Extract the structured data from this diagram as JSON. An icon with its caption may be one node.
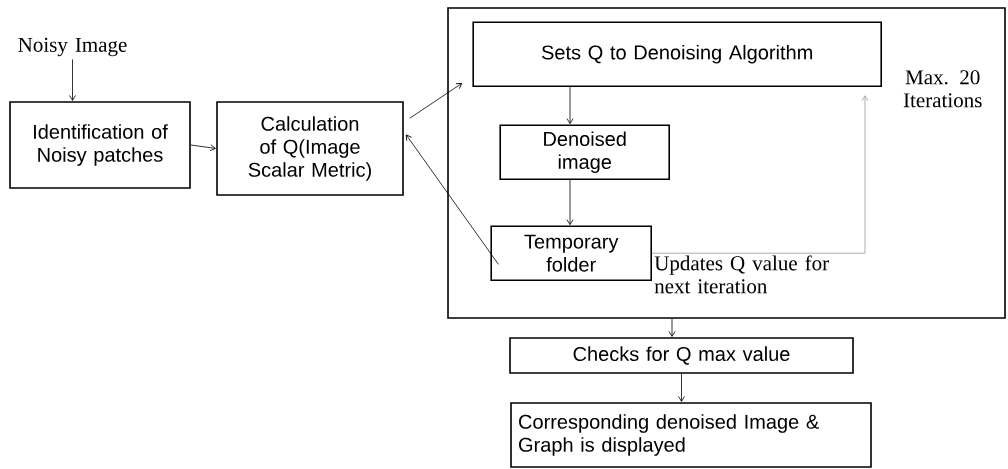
{
  "diagram": {
    "nodes": [
      {
        "text": [
          "Noisy Image"
        ]
      },
      {
        "text": [
          "Identification of Noisy patches"
        ]
      },
      {
        "text": [
          "Calculation of Q(Image Scalar Metric)"
        ]
      },
      {
        "text": [],
        "shape": "box"
      },
      {
        "text": [
          "Sets  Q to Denoising Algorithm"
        ],
        "in": 3
      },
      {
        "text": [
          "Denoised image"
        ],
        "in": 3
      },
      {
        "text": [
          "Temporary folder"
        ],
        "in": 3
      },
      {
        "text": [
          "Checks for Q max value"
        ]
      },
      {
        "text": [
          "Corresponding  denoised Image & Graph is displayed"
        ]
      }
    ],
    "edges": [
      {
        "from": 0,
        "to": 1,
        "arrow": "to"
      },
      {
        "from": 1,
        "to": 2,
        "arrow": "to"
      },
      {
        "from": 2,
        "to": 4,
        "arrow": "to"
      },
      {
        "from": 6,
        "to": 2,
        "arrow": "to"
      },
      {
        "from": 4,
        "to": 5,
        "arrow": "to"
      },
      {
        "from": 5,
        "to": 6,
        "arrow": "to"
      },
      {
        "from": 6,
        "to": 4,
        "arrow": "to",
        "label": "Updates Q value for next iteration",
        "color": "#999999"
      },
      {
        "from": 3,
        "to": 7,
        "arrow": "to"
      },
      {
        "from": 7,
        "to": 8,
        "arrow": "to"
      }
    ],
    "labels": [
      "Max. 20 Iterations"
    ]
  }
}
